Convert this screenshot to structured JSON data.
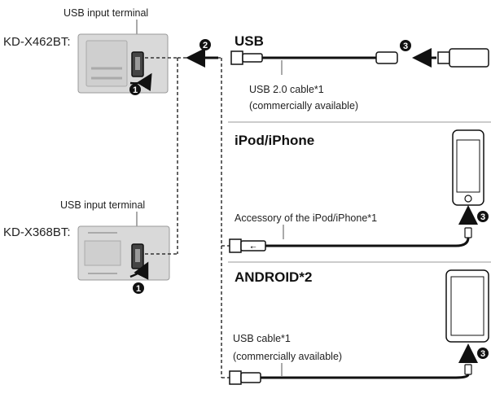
{
  "devices": {
    "top": {
      "model": "KD-X462BT:",
      "terminal_label": "USB input terminal"
    },
    "bottom": {
      "model": "KD-X368BT:",
      "terminal_label": "USB input terminal"
    }
  },
  "steps": {
    "one": "1",
    "two": "2",
    "three": "3"
  },
  "sections": {
    "usb": {
      "title": "USB",
      "cable_label": "USB 2.0 cable*1",
      "cable_note": "(commercially available)"
    },
    "ipod": {
      "title": "iPod/iPhone",
      "cable_label": "Accessory of the iPod/iPhone*1"
    },
    "android": {
      "title": "ANDROID*2",
      "cable_label": "USB cable*1",
      "cable_note": "(commercially available)"
    }
  }
}
